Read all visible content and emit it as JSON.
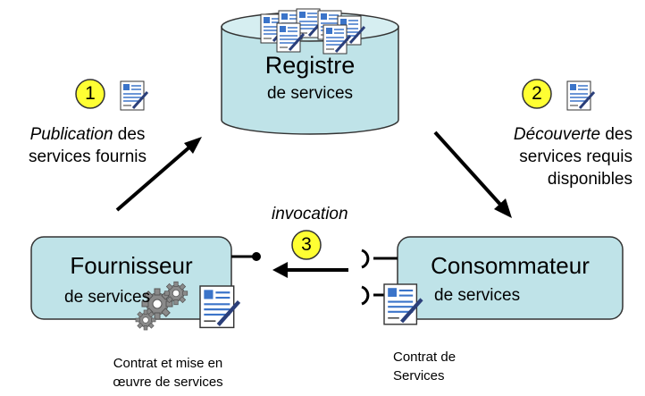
{
  "registry": {
    "title": "Registre",
    "subtitle": "de services"
  },
  "provider": {
    "title": "Fournisseur",
    "subtitle": "de services"
  },
  "consumer": {
    "title": "Consommateur",
    "subtitle": "de services"
  },
  "steps": [
    {
      "number": "1",
      "italic": "Publication",
      "rest": " des",
      "line2": "services fournis"
    },
    {
      "number": "2",
      "italic": "Découverte",
      "rest": " des",
      "line2": "services requis",
      "line3": "disponibles"
    },
    {
      "number": "3",
      "label": "invocation"
    }
  ],
  "captions": {
    "provider_line1": "Contrat et mise en",
    "provider_line2": "œuvre de services",
    "consumer_line1": "Contrat de",
    "consumer_line2": "Services"
  },
  "colors": {
    "box_fill": "#bfe3e8",
    "badge_fill": "#ffff33",
    "doc_accent": "#3b74c9"
  }
}
